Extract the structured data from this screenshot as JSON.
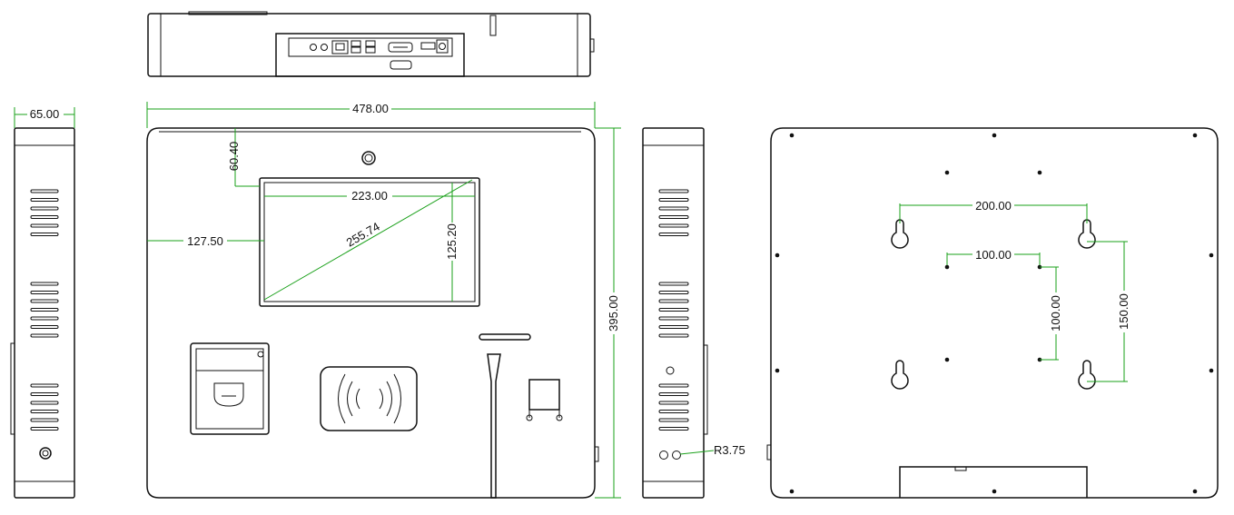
{
  "dimensions": {
    "depth": "65.00",
    "width": "478.00",
    "screen_top_offset": "60.40",
    "screen_width": "223.00",
    "screen_left_offset": "127.50",
    "screen_diagonal": "255.74",
    "screen_height": "125.20",
    "height": "395.00",
    "radius": "R3.75",
    "vesa_outer_h": "200.00",
    "vesa_inner_h": "100.00",
    "vesa_inner_v": "100.00",
    "vesa_outer_v": "150.00"
  },
  "colors": {
    "outline": "#111111",
    "dimension_line": "#1aa01a"
  }
}
